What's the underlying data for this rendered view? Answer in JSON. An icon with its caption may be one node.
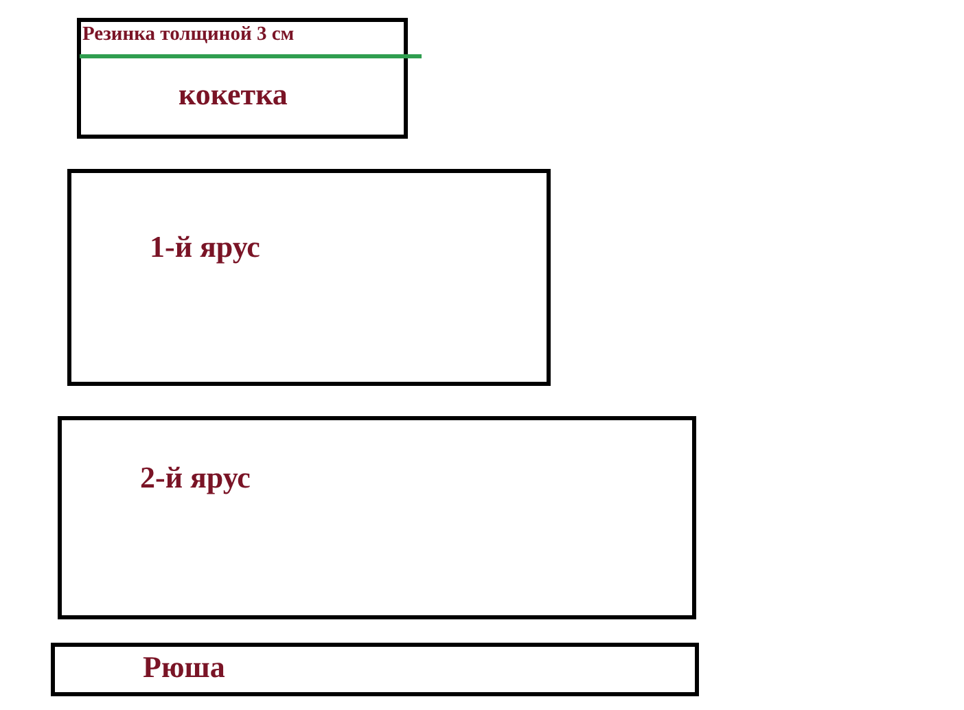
{
  "diagram": {
    "nodes": [
      {
        "text": [
          "Резинка толщиной 3 см",
          "кокетка"
        ]
      },
      {
        "text": [
          "1-й ярус"
        ]
      },
      {
        "text": [
          "2-й ярус"
        ]
      },
      {
        "text": [
          "Рюша"
        ]
      }
    ]
  }
}
